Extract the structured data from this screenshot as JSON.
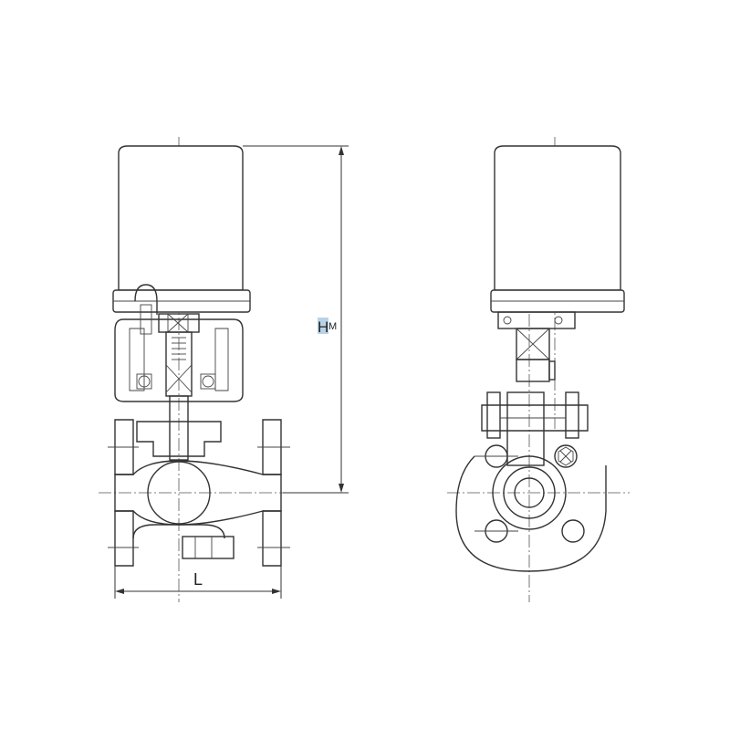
{
  "dimensions": {
    "height_label": "H",
    "height_subscript": "M",
    "length_label": "L"
  },
  "colors": {
    "line": "#333333",
    "highlight": "#b9d3e6",
    "background": "#ffffff"
  }
}
